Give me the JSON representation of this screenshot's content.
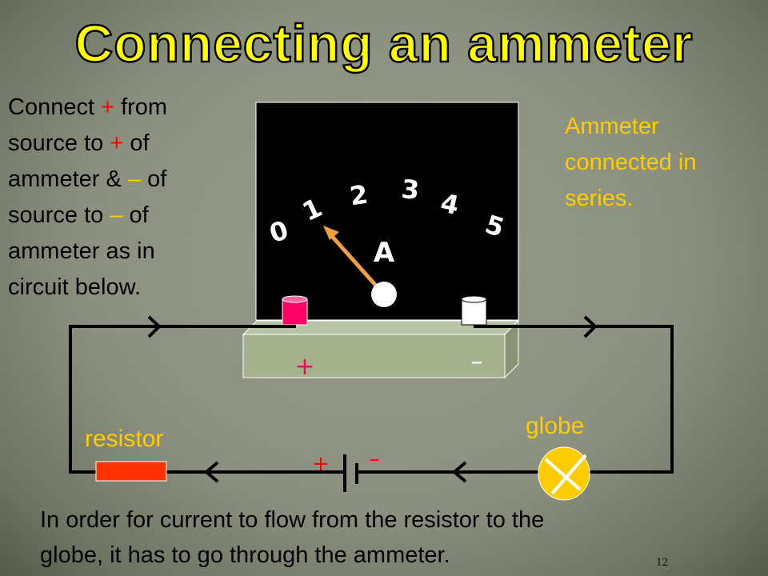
{
  "title": "Connecting an ammeter",
  "left_text": {
    "l1a": "Connect ",
    "l1b": "+",
    "l1c": " from",
    "l2a": "source to ",
    "l2b": "+",
    "l2c": " of",
    "l3a": "ammeter & ",
    "l3b": "–",
    "l3c": " of",
    "l4a": "source to ",
    "l4b": "–",
    "l4c": " of",
    "l5": "ammeter as in",
    "l6": "circuit below."
  },
  "right_text": "Ammeter\nconnected in\nseries.",
  "meter": {
    "scale": [
      "0",
      "1",
      "2",
      "3",
      "4",
      "5"
    ],
    "unit": "A",
    "reading": 1,
    "terminal_plus": "+",
    "terminal_minus": "–"
  },
  "circuit": {
    "resistor_label": "resistor",
    "globe_label": "globe",
    "battery_plus": "+",
    "battery_minus": "–"
  },
  "bottom_text": "In order for current to flow from the resistor to the\nglobe, it has to go through the ammeter.",
  "page_number": "12",
  "colors": {
    "title": "#ffff00",
    "accent": "#ffcc00",
    "sign": "#ff0000",
    "needle": "#f0a040",
    "resistor": "#ff3300"
  }
}
